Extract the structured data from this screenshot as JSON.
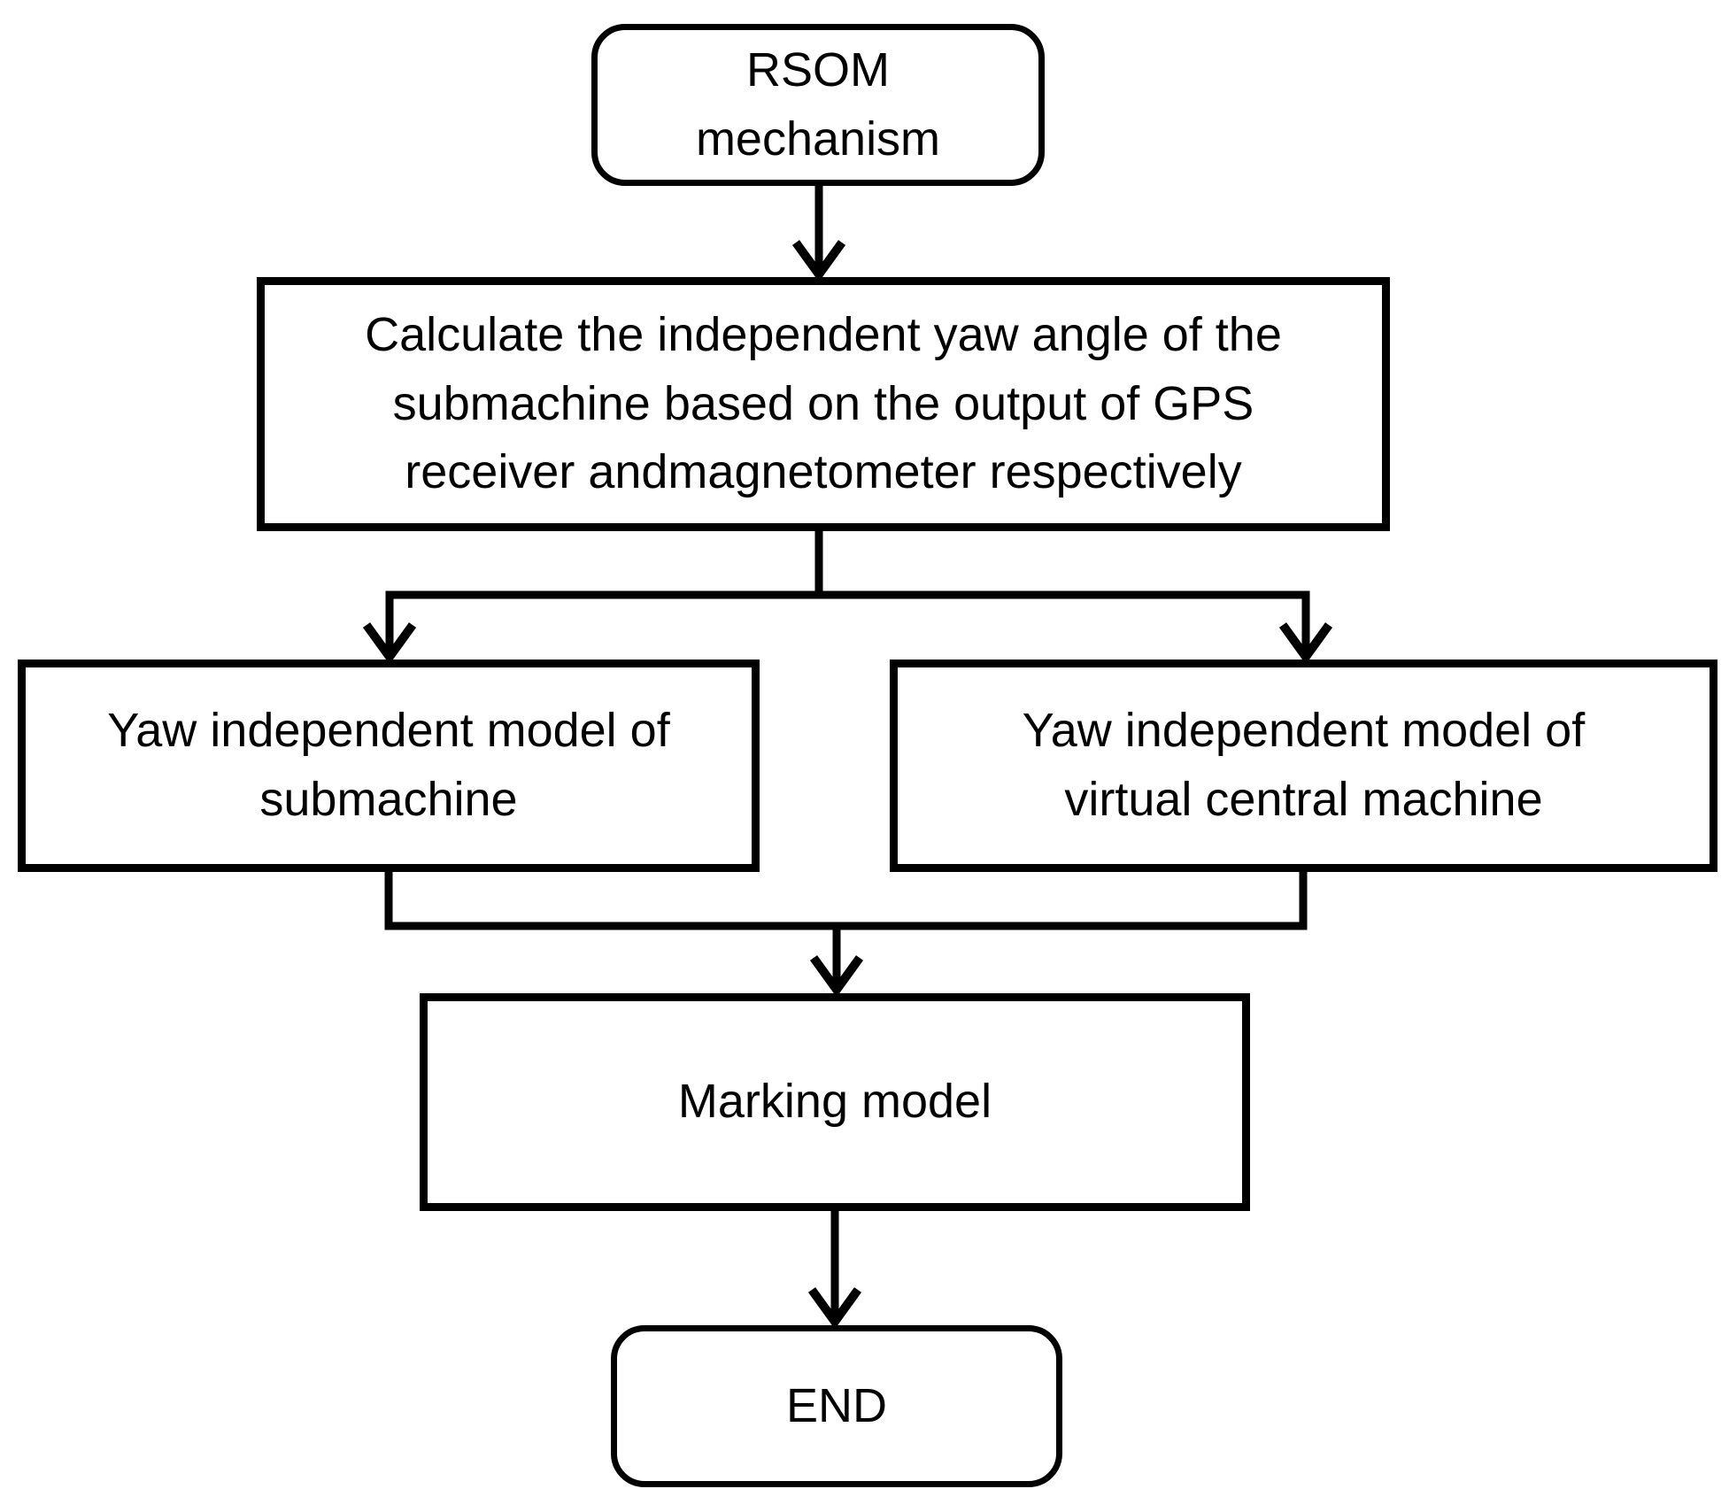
{
  "diagram": {
    "type": "flowchart",
    "background_color": "#ffffff",
    "stroke_color": "#000000",
    "text_color": "#000000",
    "nodes": [
      {
        "id": "rsom",
        "shape": "rounded-terminator",
        "label": "RSOM\nmechanism"
      },
      {
        "id": "calculate",
        "shape": "rect-process",
        "label": "Calculate the independent yaw angle of the\nsubmachine based on the output of GPS\nreceiver andmagnetometer respectively"
      },
      {
        "id": "yaw_submachine",
        "shape": "rect-process",
        "label": "Yaw independent model of\nsubmachine"
      },
      {
        "id": "yaw_virtual",
        "shape": "rect-process",
        "label": "Yaw independent model of\nvirtual central machine"
      },
      {
        "id": "marking",
        "shape": "rect-process",
        "label": "Marking model"
      },
      {
        "id": "end",
        "shape": "rounded-terminator",
        "label": "END"
      }
    ],
    "edges": [
      {
        "from": "rsom",
        "to": "calculate"
      },
      {
        "from": "calculate",
        "to": "yaw_submachine"
      },
      {
        "from": "calculate",
        "to": "yaw_virtual"
      },
      {
        "from": "yaw_submachine",
        "to": "marking"
      },
      {
        "from": "yaw_virtual",
        "to": "marking"
      },
      {
        "from": "marking",
        "to": "end"
      }
    ]
  }
}
